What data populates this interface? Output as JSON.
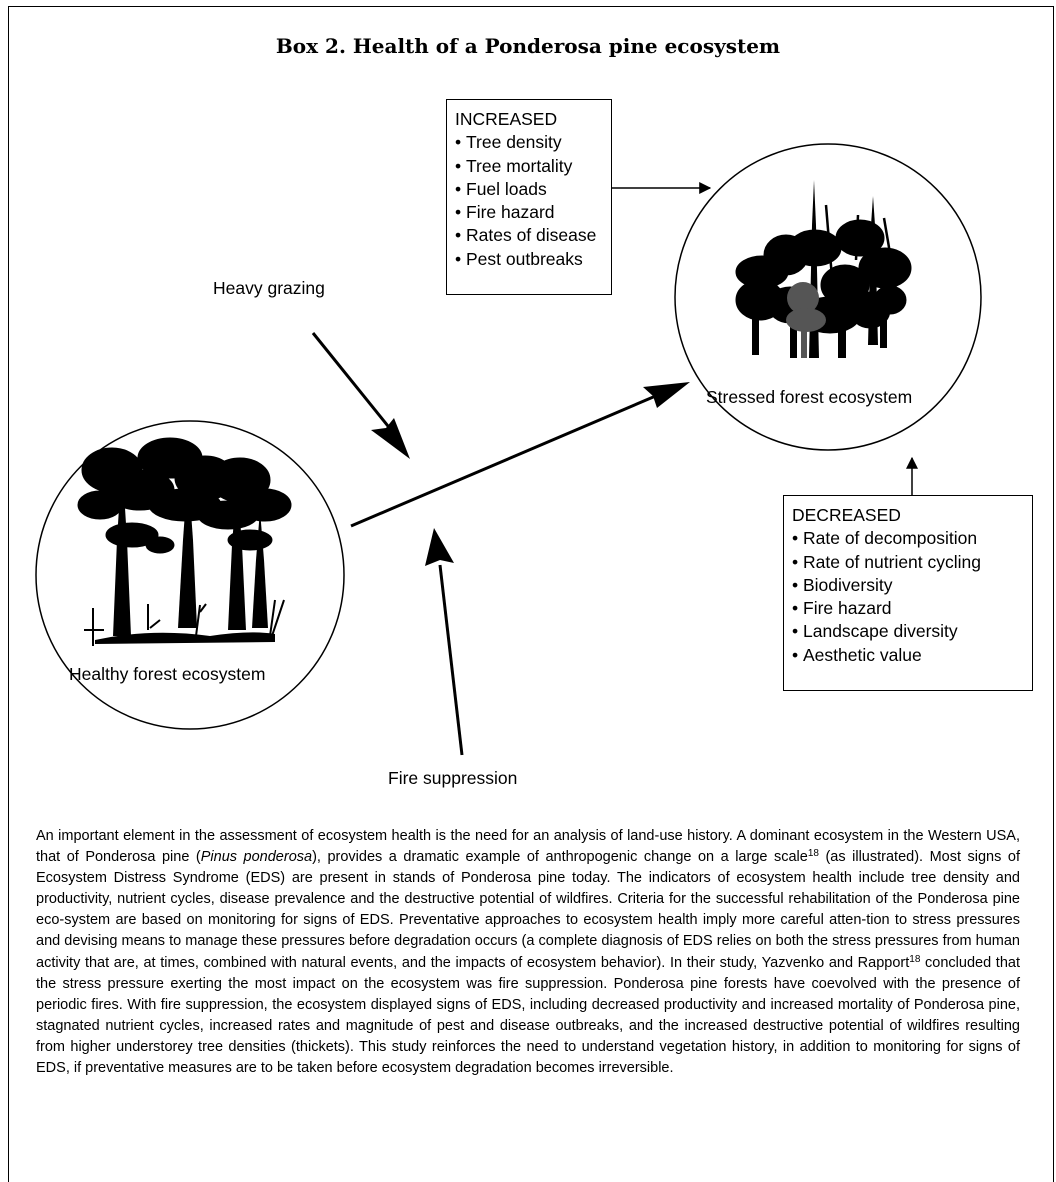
{
  "title": "Box 2. Health of a Ponderosa pine ecosystem",
  "increased_box": {
    "heading": "INCREASED",
    "items": [
      "Tree density",
      "Tree mortality",
      "Fuel loads",
      "Fire hazard",
      "Rates of disease",
      "Pest outbreaks"
    ]
  },
  "decreased_box": {
    "heading": "DECREASED",
    "items": [
      "Rate of decomposition",
      "Rate of nutrient cycling",
      "Biodiversity",
      "Fire hazard",
      "Landscape diversity",
      "Aesthetic value"
    ]
  },
  "nodes": {
    "healthy": "Healthy forest ecosystem",
    "stressed": "Stressed forest ecosystem"
  },
  "pressures": {
    "grazing": "Heavy grazing",
    "fire": "Fire suppression"
  },
  "paragraph": {
    "p1": "An important element in the assessment of ecosystem health is the need for an analysis of land-use history. A dominant ecosystem in the Western USA, that of Ponderosa pine (",
    "species": "Pinus ponderosa",
    "p2": "), provides a dramatic example of anthropogenic change on a large scale",
    "ref1": "18",
    "p3": " (as illustrated). Most signs of Ecosystem Distress Syndrome (EDS) are present in stands of Ponderosa pine today. The indicators of ecosystem health include tree density and productivity, nutrient cycles, disease prevalence and the destructive potential of wildfires. Criteria for the successful rehabilitation of the Ponderosa pine eco-system are based on monitoring for signs of EDS. Preventative approaches to ecosystem health imply more careful atten-tion to stress pressures and devising means to manage these pressures before degradation occurs (a complete diagnosis of EDS relies on both the stress pressures from human activity that are, at times, combined with natural events, and the impacts of ecosystem behavior). In their study, Yazvenko and Rapport",
    "ref2": "18",
    "p4": " concluded that the stress pressure exerting the most impact on the ecosystem was fire suppression. Ponderosa pine forests have coevolved with the presence of periodic fires. With fire suppression, the ecosystem displayed signs of EDS, including decreased productivity and increased mortality of Ponderosa pine, stagnated nutrient cycles, increased rates and magnitude of pest and disease outbreaks, and the increased destructive potential of wildfires resulting from higher understorey tree densities (thickets). This study reinforces the need to understand vegetation history, in addition to monitoring for signs of EDS, if preventative measures are to be taken before ecosystem degradation becomes irreversible."
  }
}
